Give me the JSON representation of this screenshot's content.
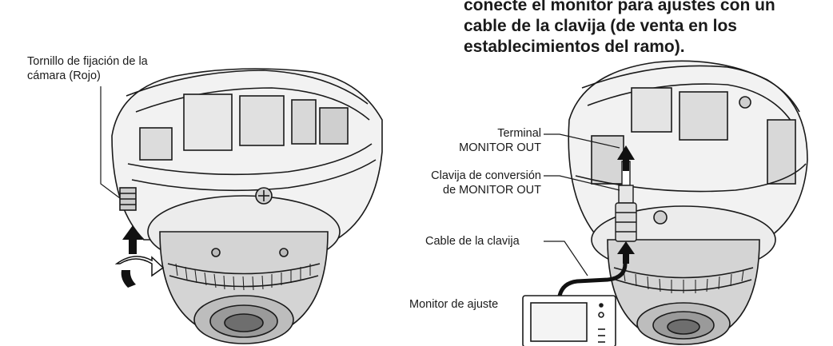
{
  "heading": {
    "lines": [
      "conecte el monitor para ajustes con un",
      "cable de la clavija (de venta en los",
      "establecimientos del ramo)."
    ]
  },
  "left_figure": {
    "screw_label": [
      "Tornillo de fijación de la",
      "cámara (Rojo)"
    ]
  },
  "right_figure": {
    "terminal_label": [
      "Terminal",
      "MONITOR OUT"
    ],
    "adapter_label": [
      "Clavija de conversión",
      "de MONITOR OUT"
    ],
    "cable_label": "Cable de la clavija",
    "monitor_label": "Monitor de ajuste"
  }
}
